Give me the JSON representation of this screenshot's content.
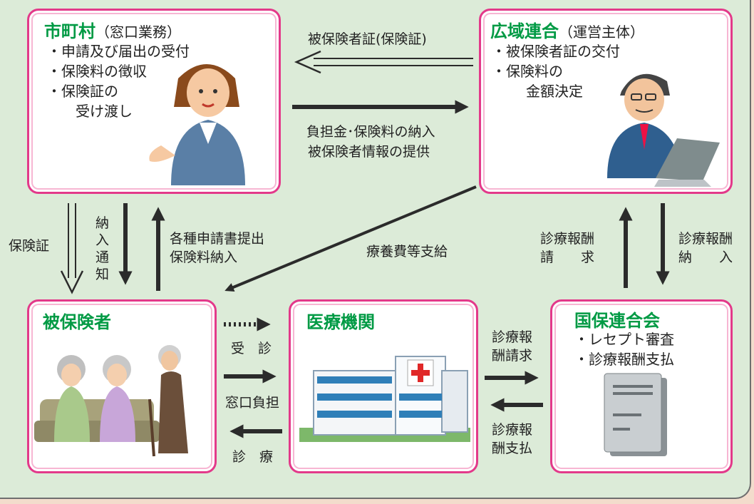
{
  "municipality": {
    "title": "市町村",
    "subtitle": "（窓口業務）",
    "items": [
      "・申請及び届出の受付",
      "・保険料の徴収",
      "・保険証の",
      "受け渡し"
    ]
  },
  "union": {
    "title": "広域連合",
    "subtitle": "（運営主体）",
    "items": [
      "・被保険者証の交付",
      "・保険料の",
      "金額決定"
    ]
  },
  "insured": {
    "title": "被保険者"
  },
  "medical": {
    "title": "医療機関"
  },
  "federation": {
    "title": "国保連合会",
    "items": [
      "・レセプト審査",
      "・診療報酬支払"
    ]
  },
  "arrows": {
    "card": "被保険者証(保険証)",
    "payment_1": "負担金･保険料の納入",
    "payment_2": "被保険者情報の提供",
    "hokensho": "保険証",
    "notice": [
      "納",
      "入",
      "通",
      "知"
    ],
    "apply_1": "各種申請書提出",
    "apply_2": "保険料納入",
    "ryoyouhi": "療養費等支給",
    "claim_up_1": "診療報酬",
    "claim_up_2": "請　　求",
    "pay_down_1": "診療報酬",
    "pay_down_2": "納　　入",
    "jushin": "受　診",
    "copay": "窓口負担",
    "shinryo": "診　療",
    "claim_right_1": "診療報",
    "claim_right_2": "酬請求",
    "pay_left_1": "診療報",
    "pay_left_2": "酬支払"
  }
}
